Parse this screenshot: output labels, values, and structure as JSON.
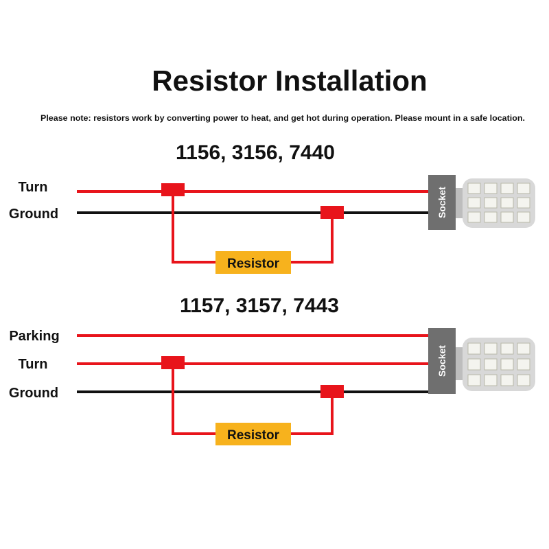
{
  "header": {
    "title": "Resistor Installation",
    "note": "Please note: resistors work by converting power to heat, and get hot during operation. Please mount in a safe location."
  },
  "colors": {
    "hot_wire": "#e8141b",
    "ground_wire": "#111111",
    "resistor_fill": "#f7b21d",
    "socket_fill": "#6f6f6f",
    "bulb_body": "#d8d8d8",
    "led_chip": "#f4f4ef"
  },
  "diagrams": [
    {
      "heading": "1156, 3156, 7440",
      "wires": [
        {
          "label": "Turn",
          "kind": "hot"
        },
        {
          "label": "Ground",
          "kind": "ground"
        }
      ],
      "resistor_label": "Resistor",
      "socket_label": "Socket",
      "bulb_icon": "led-bulb-icon"
    },
    {
      "heading": "1157, 3157, 7443",
      "wires": [
        {
          "label": "Parking",
          "kind": "hot"
        },
        {
          "label": "Turn",
          "kind": "hot"
        },
        {
          "label": "Ground",
          "kind": "ground"
        }
      ],
      "resistor_label": "Resistor",
      "socket_label": "Socket",
      "bulb_icon": "led-bulb-icon"
    }
  ]
}
